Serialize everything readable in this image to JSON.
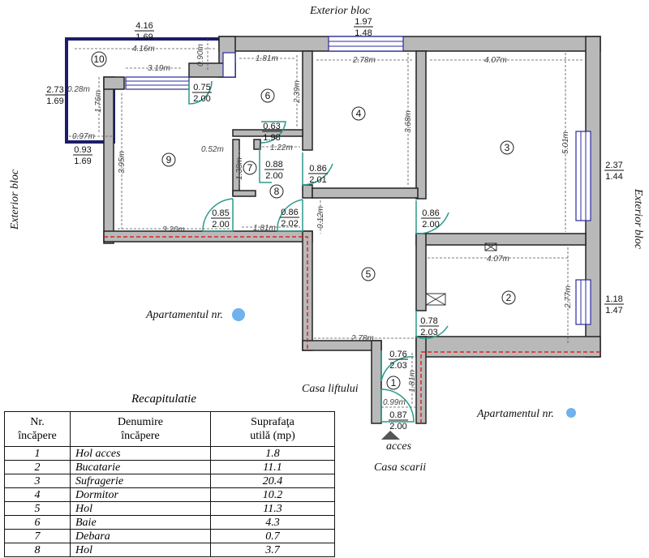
{
  "labels": {
    "exterior_top": "Exterior bloc",
    "exterior_left": "Exterior bloc",
    "exterior_right": "Exterior bloc",
    "apartment_left": "Apartamentul  nr.",
    "apartment_right": "Apartamentul  nr.",
    "elevator": "Casa liftului",
    "stairs": "Casa scarii",
    "access": "acces"
  },
  "rooms": [
    "1",
    "2",
    "3",
    "4",
    "5",
    "6",
    "7",
    "8",
    "9",
    "10"
  ],
  "windows": {
    "w_top_left": {
      "w": "4.16",
      "h": "1.69"
    },
    "w_top_mid": {
      "w": "1.97",
      "h": "1.48"
    },
    "w_left_1": {
      "w": "2.73",
      "h": "1.69"
    },
    "w_left_2": {
      "w": "0.93",
      "h": "1.69"
    },
    "w_right_1": {
      "w": "2.37",
      "h": "1.44"
    },
    "w_right_2": {
      "w": "1.18",
      "h": "1.47"
    }
  },
  "doors": {
    "d9_10": {
      "w": "0.75",
      "h": "2.00"
    },
    "d6": {
      "w": "0.63",
      "h": "1.98"
    },
    "d7": {
      "w": "0.88",
      "h": "2.00"
    },
    "d4": {
      "w": "0.86",
      "h": "2.01"
    },
    "d9": {
      "w": "0.85",
      "h": "2.00"
    },
    "d8": {
      "w": "0.86",
      "h": "2.02"
    },
    "d3": {
      "w": "0.86",
      "h": "2.00"
    },
    "d2": {
      "w": "0.78",
      "h": "2.03"
    },
    "d1a": {
      "w": "0.76",
      "h": "2.03"
    },
    "d1b": {
      "w": "0.87",
      "h": "2.00"
    }
  },
  "dimensions": {
    "r10_w": "4.16m",
    "r10_inner": "3.19m",
    "r10_h": "0.90m",
    "r10_a": "0.28m",
    "r10_b": "1.76m",
    "r10_c": "0.97m",
    "r6_w": "1.81m",
    "r6_h": "2.39m",
    "r4_w": "2.78m",
    "r4_h": "3.68m",
    "r3_w": "4.07m",
    "r3_h": "5.01m",
    "r9_h": "3.95m",
    "r9_w": "3.20m",
    "r7_a": "0.52m",
    "r7_h": "1.38m",
    "r8_w": "1.22m",
    "r8_b": "1.81m",
    "r5_h": "0.12m",
    "r5_w": "2.78m",
    "r2_w": "4.07m",
    "r2_h": "2.77m",
    "r1_h": "1.81m",
    "r1_w": "0.99m"
  },
  "table": {
    "title": "Recapitulatie",
    "headers": [
      "Nr.\nîncăpere",
      "Denumire\nîncăpere",
      "Suprafaţa\nutilă (mp)"
    ],
    "rows": [
      [
        "1",
        "Hol acces",
        "1.8"
      ],
      [
        "2",
        "Bucatarie",
        "11.1"
      ],
      [
        "3",
        "Sufragerie",
        "20.4"
      ],
      [
        "4",
        "Dormitor",
        "10.2"
      ],
      [
        "5",
        "Hol",
        "11.3"
      ],
      [
        "6",
        "Baie",
        "4.3"
      ],
      [
        "7",
        "Debara",
        "0.7"
      ],
      [
        "8",
        "Hol",
        "3.7"
      ]
    ]
  },
  "colors": {
    "wall": "#b9b9b9",
    "window": "#2a2aa0",
    "door": "#2a9a8a",
    "marker": "#6fb2ee",
    "shared_wall": "#dd2222"
  }
}
